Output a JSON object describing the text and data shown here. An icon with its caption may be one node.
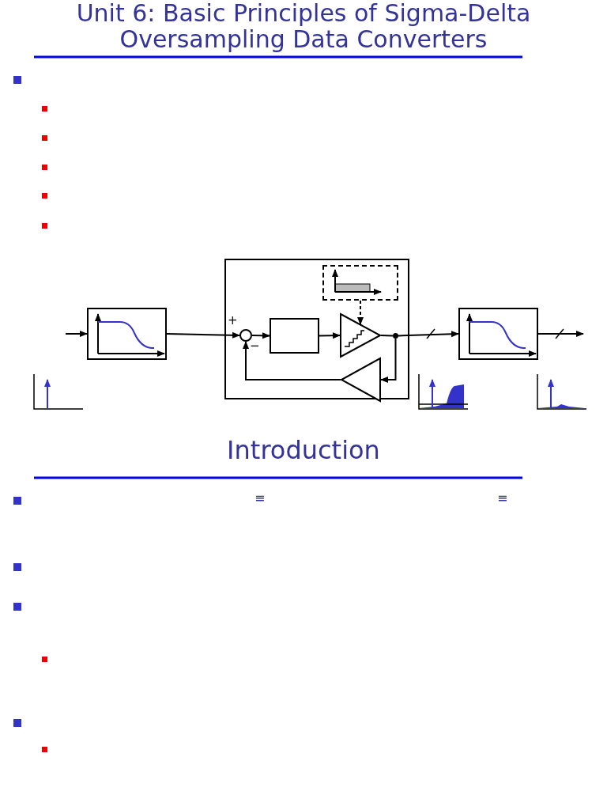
{
  "diagram": {
    "title": "Unit 6: Basic Principles of Sigma-Delta Oversampling Data Converters",
    "nodes": [
      {
        "text": [],
        "shape": "box"
      },
      {
        "text": [],
        "shape": "box"
      },
      {
        "text": [],
        "shape": "box",
        "in": 1
      },
      {
        "text": [],
        "shape": "circle",
        "in": 1
      },
      {
        "text": [],
        "shape": "box",
        "in": 1
      },
      {
        "text": [],
        "shape": "triangle",
        "in": 1
      },
      {
        "text": [],
        "shape": "circle",
        "in": 1
      },
      {
        "text": [],
        "shape": "triangle",
        "in": 1
      },
      {
        "text": [],
        "shape": "box"
      }
    ],
    "edges": [
      {
        "from": null,
        "to": 0,
        "arrow": "to"
      },
      {
        "from": 0,
        "to": 3,
        "arrow": "to"
      },
      {
        "from": 3,
        "to": 4,
        "arrow": "to"
      },
      {
        "from": 4,
        "to": 5,
        "arrow": "to"
      },
      {
        "from": 2,
        "to": 5,
        "arrow": "to",
        "style": "dashed"
      },
      {
        "from": 5,
        "to": 6,
        "arrow": "none"
      },
      {
        "from": 6,
        "to": 7,
        "arrow": "to"
      },
      {
        "from": 7,
        "to": 3,
        "arrow": "to"
      },
      {
        "from": 6,
        "to": 8,
        "arrow": "to"
      },
      {
        "from": 8,
        "to": null,
        "arrow": "to"
      }
    ],
    "labels": [
      "+",
      "−",
      "Introduction",
      "≡",
      "≡"
    ]
  }
}
